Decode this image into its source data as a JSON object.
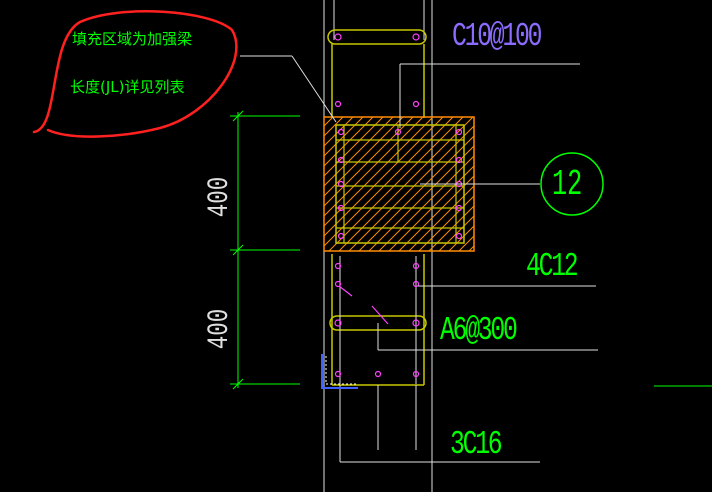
{
  "annotation": {
    "line1": "填充区域为加强梁",
    "line2": "长度(JL)详见列表"
  },
  "labels": {
    "stirrup_spacing": "C10@100",
    "section_number": "12",
    "main_bars": "4C12",
    "tie_spacing": "A6@300",
    "bottom_bars": "3C16"
  },
  "dimensions": {
    "upper": "400",
    "lower": "400"
  },
  "colors": {
    "background": "#000000",
    "green": "#00ff00",
    "purple": "#8c6cff",
    "yellow": "#c8c800",
    "white": "#ffffff",
    "orange": "#ff8c00",
    "magenta": "#ff40ff",
    "red_markup": "#ff2020",
    "blue": "#4060ff"
  }
}
